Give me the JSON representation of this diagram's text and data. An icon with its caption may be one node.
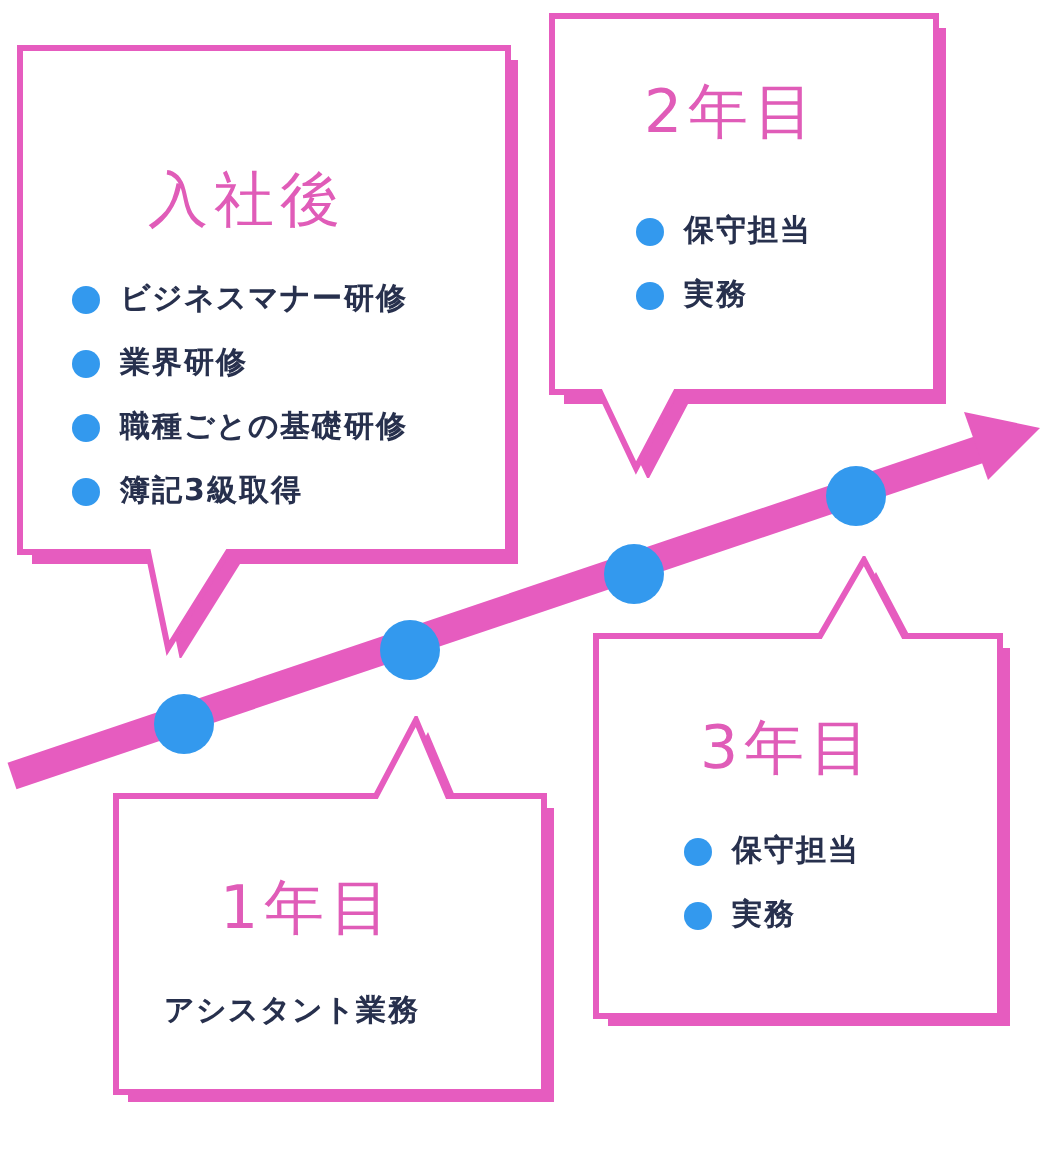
{
  "diagram": {
    "nodes": [
      {
        "text": [
          "入社後",
          "ビジネスマナー研修",
          "業界研修",
          "職種ごとの基礎研修",
          "簿記3級取得"
        ]
      },
      {
        "text": [
          "2年目",
          "保守担当",
          "実務"
        ]
      },
      {
        "text": [
          "1年目",
          "アシスタント業務"
        ]
      },
      {
        "text": [
          "3年目",
          "保守担当",
          "実務"
        ]
      },
      {
        "text": [],
        "shape": "circle"
      },
      {
        "text": [],
        "shape": "circle"
      },
      {
        "text": [],
        "shape": "circle"
      },
      {
        "text": [],
        "shape": "circle"
      }
    ]
  }
}
